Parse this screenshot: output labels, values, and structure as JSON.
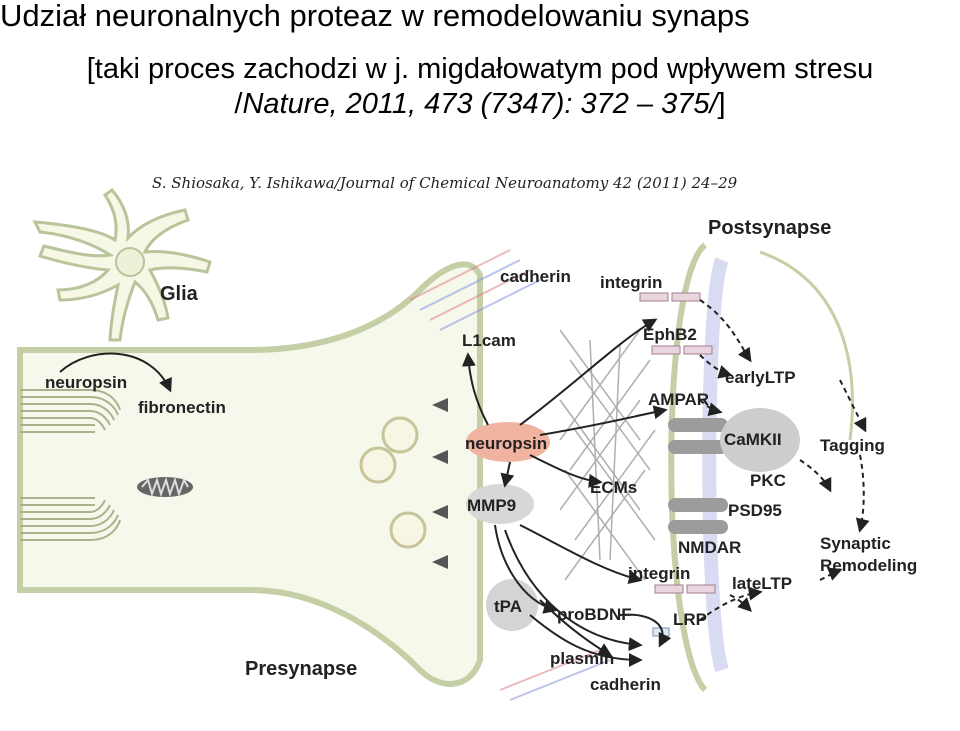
{
  "slide": {
    "title": "Udział neuronalnych proteaz w remodelowaniu synaps",
    "subtitle_line1": "[taki proces zachodzi w j. migdałowatym pod wpływem stresu",
    "subtitle_line2_prefix": "/",
    "subtitle_line2_italic": "Nature, 2011, 473 (7347): 372 – 375/",
    "subtitle_line2_suffix": "]"
  },
  "figure": {
    "citation": "S. Shiosaka, Y. Ishikawa/Journal of Chemical Neuroanatomy 42 (2011) 24–29",
    "labels": {
      "glia": "Glia",
      "postsynapse": "Postsynapse",
      "presynapse": "Presynapse",
      "neuropsin_glia": "neuropsin",
      "fibronectin": "fibronectin",
      "cadherin_top": "cadherin",
      "integrin_top": "integrin",
      "l1cam": "L1cam",
      "ephb2": "EphB2",
      "early_ltp": "earlyLTP",
      "ampar": "AMPAR",
      "neuropsin_center": "neuropsin",
      "camkii": "CaMKII",
      "tagging": "Tagging",
      "pkc": "PKC",
      "ecms": "ECMs",
      "mmp9": "MMP9",
      "psd95": "PSD95",
      "nmdar": "NMDAR",
      "synaptic_remodeling_1": "Synaptic",
      "synaptic_remodeling_2": "Remodeling",
      "integrin_bottom": "integrin",
      "late_ltp": "lateLTP",
      "tpa": "tPA",
      "probdnf": "proBDNF",
      "lrp": "LRP",
      "plasmin": "plasmin",
      "cadherin_bottom": "cadherin"
    },
    "colors": {
      "membrane_fill": "#f6f8ec",
      "membrane_stroke": "#b8c49a",
      "glia_fill": "#f7f7e6",
      "neuropsin_fill": "#efb39f",
      "grey_blob": "#c9c9c9",
      "arrow": "#222222",
      "post_band": "#b8bde8"
    }
  }
}
